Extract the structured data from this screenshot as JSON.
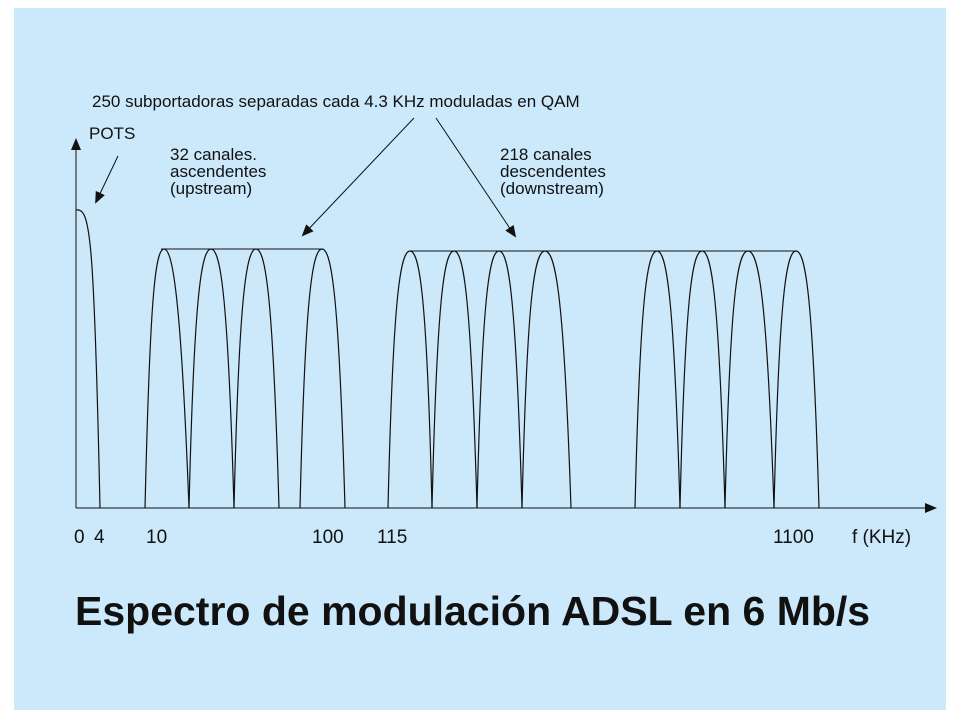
{
  "header": {
    "subcarriers": "250 subportadoras separadas cada 4.3 KHz moduladas en QAM",
    "pots": "POTS"
  },
  "upstream": {
    "line1": "32 canales.",
    "line2": "ascendentes",
    "line3": "(upstream)"
  },
  "downstream": {
    "line1": "218 canales",
    "line2": "descendentes",
    "line3": "(downstream)"
  },
  "axis": {
    "ticks": [
      {
        "label": "0",
        "khz": 0
      },
      {
        "label": "4",
        "khz": 4
      },
      {
        "label": "10",
        "khz": 10
      },
      {
        "label": "100",
        "khz": 100
      },
      {
        "label": "115",
        "khz": 115
      },
      {
        "label": "1100",
        "khz": 1100
      }
    ],
    "unit": "f (KHz)"
  },
  "title": "Espectro de modulación ADSL en 6 Mb/s",
  "colors": {
    "background": "#cce9fb",
    "ink": "#111111"
  }
}
